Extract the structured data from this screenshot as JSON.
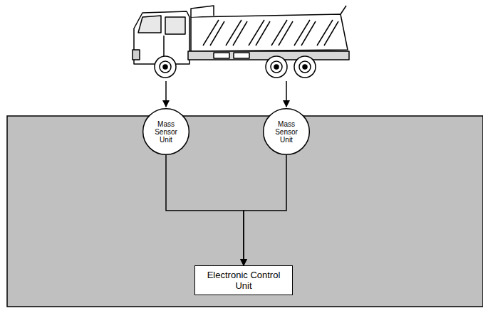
{
  "diagram": {
    "nodes": [
      {
        "text": [
          "Mass Sensor Unit"
        ]
      },
      {
        "text": [
          "Mass Sensor Unit"
        ]
      },
      {
        "text": [
          "Electronic Control Unit"
        ]
      }
    ],
    "edges": [
      {
        "from": 0,
        "to": 2,
        "arrow": "to"
      },
      {
        "from": 1,
        "to": 2,
        "arrow": "to"
      }
    ]
  }
}
